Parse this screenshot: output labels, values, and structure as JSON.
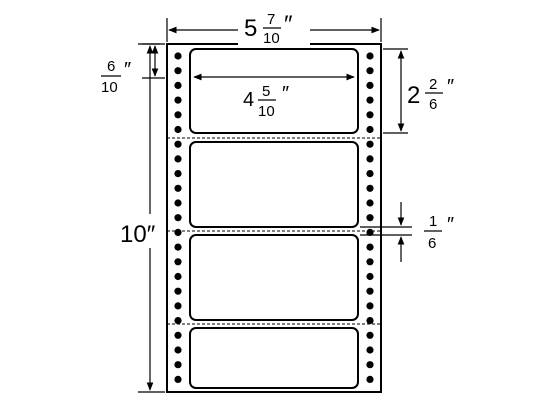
{
  "dimensions": {
    "total_width": {
      "whole": "5",
      "num": "7",
      "den": "10",
      "unit": "″"
    },
    "label_width": {
      "whole": "4",
      "num": "5",
      "den": "10",
      "unit": "″"
    },
    "label_height": {
      "whole": "2",
      "num": "2",
      "den": "6",
      "unit": "″"
    },
    "top_margin": {
      "num": "6",
      "den": "10",
      "unit": "″"
    },
    "label_gap": {
      "num": "1",
      "den": "6",
      "unit": "″"
    },
    "total_height": {
      "text": "10″"
    }
  },
  "label_count": 4,
  "colors": {
    "line": "#000000",
    "background": "#ffffff"
  }
}
